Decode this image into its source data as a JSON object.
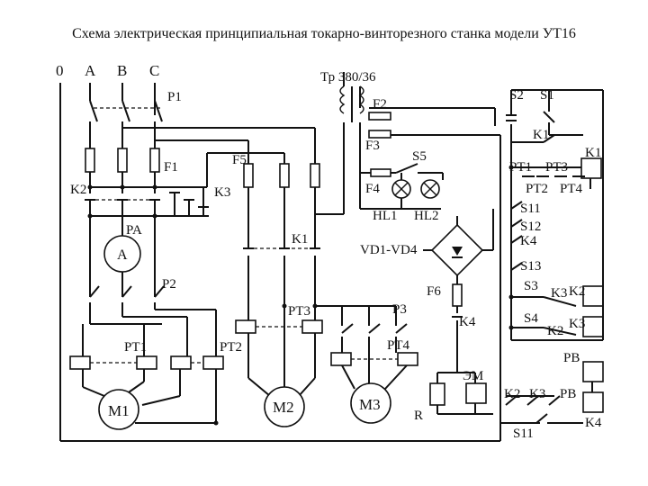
{
  "title": "Схема электрическая принципиальная токарно-винторезного станка модели УТ16",
  "buses": {
    "zero": "0",
    "a": "A",
    "b": "B",
    "c": "C"
  },
  "labels": {
    "tr": "Тр 380/36",
    "p1": "P1",
    "p2": "P2",
    "p3": "P3",
    "f1": "F1",
    "f2": "F2",
    "f3": "F3",
    "f4": "F4",
    "f5": "F5",
    "f6": "F6",
    "s1": "S1",
    "s2": "S2",
    "s3": "S3",
    "s4": "S4",
    "s5": "S5",
    "s11": "S11",
    "s12": "S12",
    "s13": "S13",
    "s11b": "S11",
    "k1a": "K1",
    "k1b": "K1",
    "k1c": "K1",
    "k2a": "K2",
    "k2b": "K2",
    "k2c": "K2",
    "k2d": "K2",
    "k3a": "K3",
    "k3b": "K3",
    "k3c": "K3",
    "k3d": "K3",
    "k4a": "K4",
    "k4b": "K4",
    "k4c": "K4",
    "pa": "PA",
    "ammeter": "A",
    "hl1": "HL1",
    "hl2": "HL2",
    "vd": "VD1-VD4",
    "pt1": "PT1",
    "pt2": "PT2",
    "pt3": "PT3",
    "pt4": "PT4",
    "pt1b": "PT1",
    "pt2b": "PT2",
    "pt3b": "PT3",
    "pt4b": "PT4",
    "m1": "M1",
    "m2": "M2",
    "m3": "M3",
    "em": "ЭМ",
    "r": "R",
    "pb1": "PB",
    "pb2": "PB"
  }
}
